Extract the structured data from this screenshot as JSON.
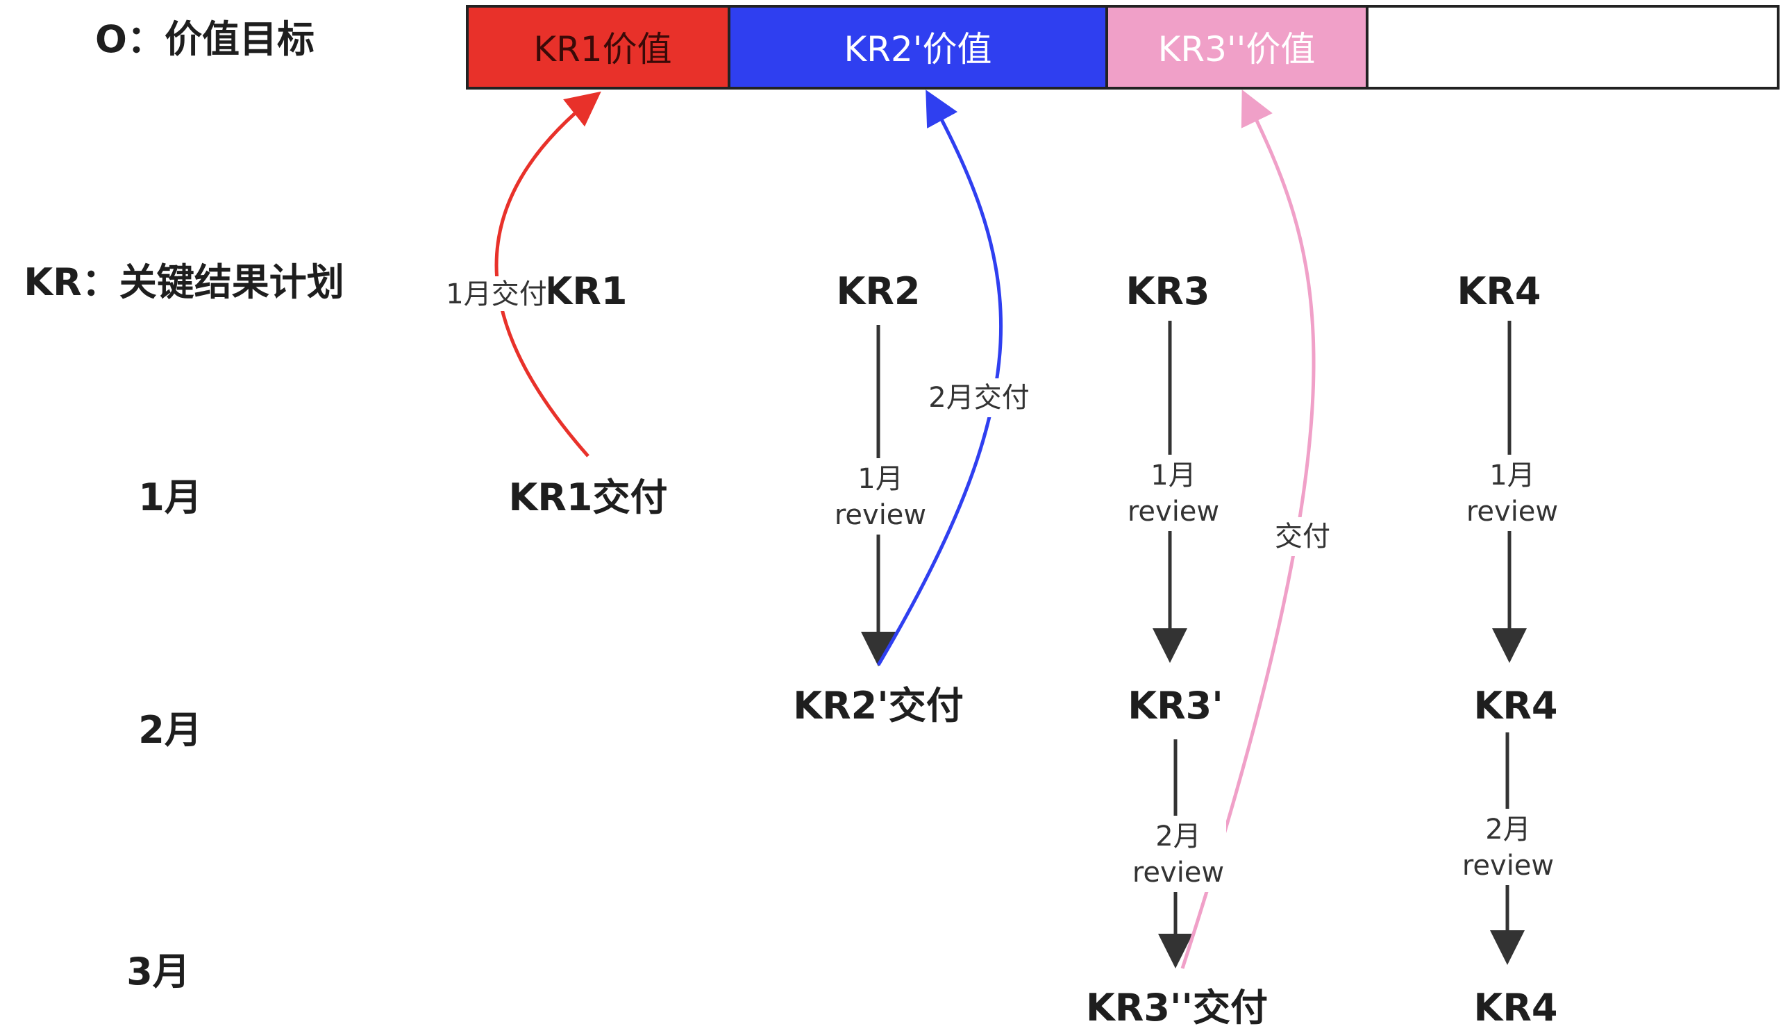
{
  "rows": {
    "objective": "O：价值目标",
    "key_results": "KR：关键结果计划",
    "jan": "1月",
    "feb": "2月",
    "mar": "3月"
  },
  "value_bar": [
    {
      "label": "KR1价值",
      "fill": "#e8312a",
      "text_color": "#3a0a08"
    },
    {
      "label": "KR2'价值",
      "fill": "#2f3ff0",
      "text_color": "#ffffff"
    },
    {
      "label": "KR3''价值",
      "fill": "#f0a0c8",
      "text_color": "#ffffff"
    },
    {
      "label": "",
      "fill": "#ffffff",
      "text_color": "#000000"
    }
  ],
  "nodes": {
    "kr1": "KR1",
    "kr2": "KR2",
    "kr3": "KR3",
    "kr4": "KR4",
    "kr1_delivery": "KR1交付",
    "kr2_delivery": "KR2'交付",
    "kr3_prime": "KR3'",
    "kr4_feb": "KR4",
    "kr3_delivery": "KR3''交付",
    "kr4_mar": "KR4"
  },
  "edge_labels": {
    "kr1_jan_delivery": "1月交付",
    "kr2_feb_delivery": "2月交付",
    "kr3_delivery": "交付",
    "kr2_jan_review": [
      "1月",
      "review"
    ],
    "kr3_jan_review": [
      "1月",
      "review"
    ],
    "kr4_jan_review": [
      "1月",
      "review"
    ],
    "kr3_feb_review": [
      "2月",
      "review"
    ],
    "kr4_feb_review": [
      "2月",
      "review"
    ]
  },
  "colors": {
    "kr1_arrow": "#e8312a",
    "kr2_arrow": "#2f3ff0",
    "kr3_arrow": "#f0a0c8",
    "review_arrow": "#333333"
  }
}
